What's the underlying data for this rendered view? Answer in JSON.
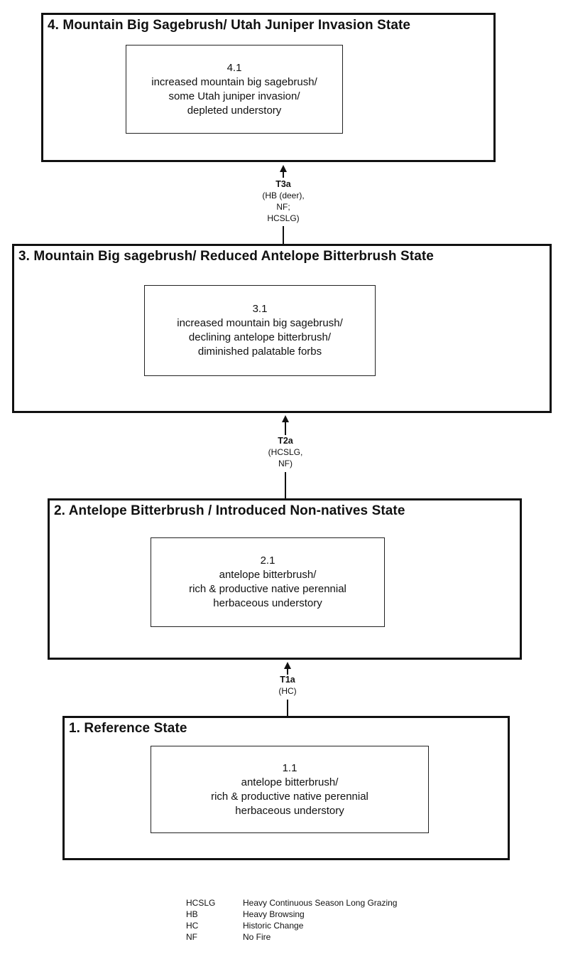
{
  "states": [
    {
      "title": "4. Mountain Big Sagebrush/ Utah Juniper Invasion State",
      "phase": {
        "number": "4.1",
        "lines": [
          "increased mountain big sagebrush/",
          "some Utah juniper invasion/",
          "depleted understory"
        ]
      }
    },
    {
      "title": "3. Mountain Big sagebrush/ Reduced Antelope Bitterbrush State",
      "phase": {
        "number": "3.1",
        "lines": [
          "increased mountain big sagebrush/",
          "declining antelope bitterbrush/",
          "diminished palatable forbs"
        ]
      }
    },
    {
      "title": "2. Antelope Bitterbrush / Introduced Non-natives State",
      "phase": {
        "number": "2.1",
        "lines": [
          "antelope bitterbrush/",
          "rich & productive native perennial",
          "herbaceous understory"
        ]
      }
    },
    {
      "title": "1.  Reference State",
      "phase": {
        "number": "1.1",
        "lines": [
          "antelope bitterbrush/",
          "rich & productive native perennial",
          "herbaceous understory"
        ]
      }
    }
  ],
  "transitions": [
    {
      "code": "T3a",
      "causes": [
        "(HB (deer),",
        "NF;",
        "HCSLG)"
      ]
    },
    {
      "code": "T2a",
      "causes": [
        "(HCSLG,",
        "NF)"
      ]
    },
    {
      "code": "T1a",
      "causes": [
        "(HC)"
      ]
    }
  ],
  "legend": [
    {
      "abbr": "HCSLG",
      "meaning": "Heavy Continuous Season Long Grazing"
    },
    {
      "abbr": "HB",
      "meaning": "Heavy Browsing"
    },
    {
      "abbr": "HC",
      "meaning": "Historic Change"
    },
    {
      "abbr": "NF",
      "meaning": "No Fire"
    }
  ]
}
